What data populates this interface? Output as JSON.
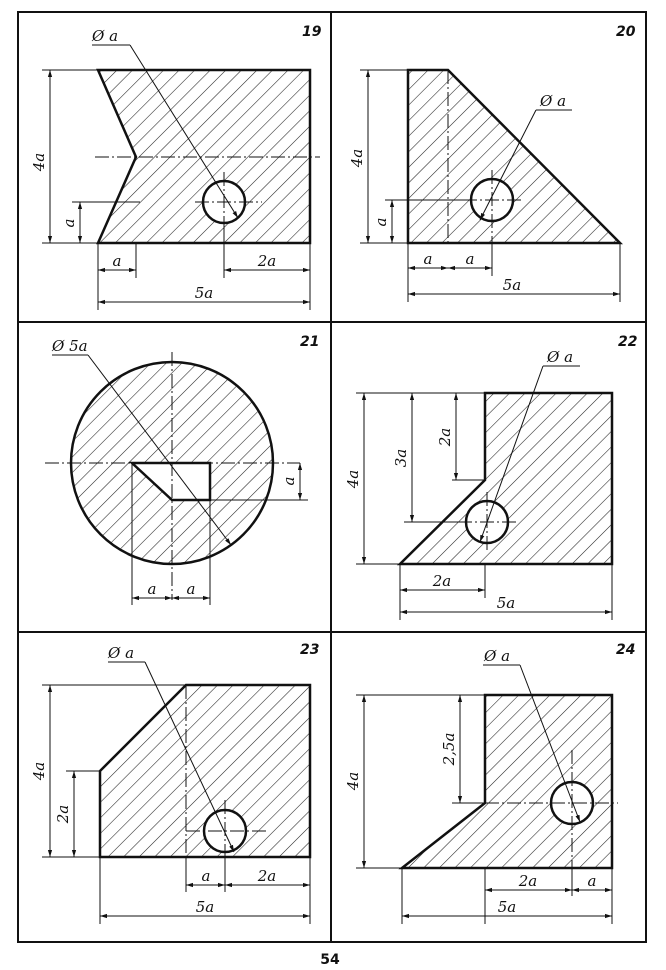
{
  "page_number": "54",
  "cells": [
    {
      "number": "19",
      "diameter": "Ø a",
      "dims": [
        "4a",
        "a",
        "a",
        "2a",
        "5a"
      ]
    },
    {
      "number": "20",
      "diameter": "Ø a",
      "dims": [
        "4a",
        "a",
        "a",
        "a",
        "5a"
      ]
    },
    {
      "number": "21",
      "diameter": "Ø 5a",
      "dims": [
        "a",
        "a",
        "a"
      ]
    },
    {
      "number": "22",
      "diameter": "Ø a",
      "dims": [
        "4a",
        "3a",
        "2a",
        "2a",
        "5a"
      ]
    },
    {
      "number": "23",
      "diameter": "Ø a",
      "dims": [
        "4a",
        "2a",
        "a",
        "2a",
        "5a"
      ]
    },
    {
      "number": "24",
      "diameter": "Ø a",
      "dims": [
        "4a",
        "2,5a",
        "2a",
        "a",
        "5a"
      ]
    }
  ]
}
